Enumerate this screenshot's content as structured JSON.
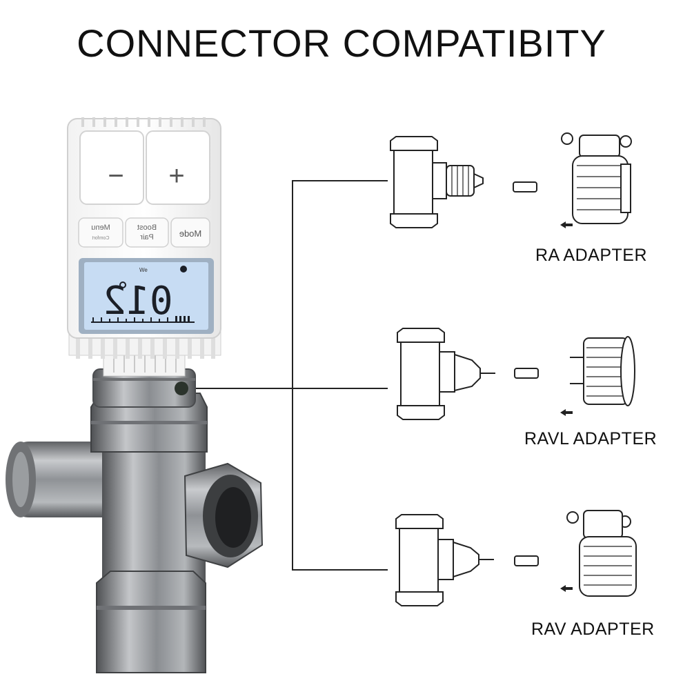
{
  "title": "CONNECTOR COMPATIBITY",
  "thermostat": {
    "minus": "−",
    "plus": "+",
    "buttons": [
      {
        "main": "Menu",
        "sub": "Comfort"
      },
      {
        "main": "Boost",
        "sub": "Pair"
      },
      {
        "main": "Mode",
        "sub": ""
      }
    ],
    "display": {
      "temperature": "012",
      "top_left": "We",
      "colors": {
        "screen": "#c7dcf3",
        "digits": "#1b1f27"
      }
    }
  },
  "adapters": [
    {
      "label": "RA ADAPTER"
    },
    {
      "label": "RAVL ADAPTER"
    },
    {
      "label": "RAV ADAPTER"
    }
  ],
  "colors": {
    "metal": "#8d9094",
    "metal_dark": "#4d4f52",
    "line": "#222222"
  }
}
